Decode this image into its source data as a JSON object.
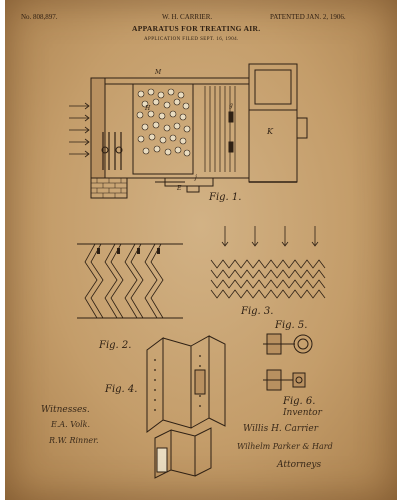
{
  "patent": {
    "number": "No. 808,897.",
    "inventor_header": "W. H. CARRIER.",
    "date": "PATENTED JAN. 2, 1906.",
    "title": "APPARATUS FOR TREATING AIR.",
    "application": "APPLICATION FILED SEPT. 16, 1904."
  },
  "figures": {
    "fig1": "Fig. 1.",
    "fig2": "Fig. 2.",
    "fig3": "Fig. 3.",
    "fig4": "Fig. 4.",
    "fig5": "Fig. 5.",
    "fig6": "Fig. 6."
  },
  "footer": {
    "witnesses_label": "Witnesses.",
    "witness1": "E.A. Volk.",
    "witness2": "R.W. Rinner.",
    "inventor_label": "Inventor",
    "inventor_signature": "Willis H. Carrier",
    "attorney_signature": "Wilhelm Parker & Hard",
    "attorneys_label": "Attorneys"
  },
  "colors": {
    "paper": "#c9a470",
    "ink": "#2e2014"
  }
}
